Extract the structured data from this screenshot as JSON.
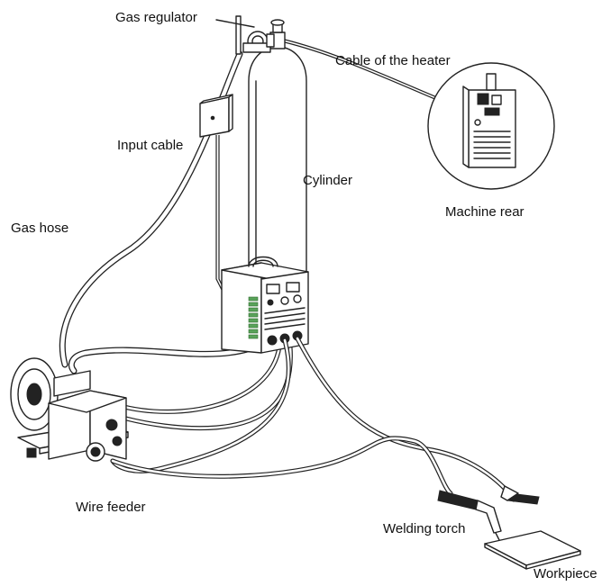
{
  "labels": {
    "gas_regulator": "Gas regulator",
    "cable_of_heater": "Cable of the heater",
    "input_cable": "Input cable",
    "cylinder": "Cylinder",
    "machine_rear": "Machine rear",
    "gas_hose": "Gas hose",
    "wire_feeder": "Wire feeder",
    "welding_torch": "Welding torch",
    "workpiece": "Workpiece"
  },
  "colors": {
    "line": "#222222",
    "accent_green": "#59a35a",
    "background": "#ffffff"
  }
}
